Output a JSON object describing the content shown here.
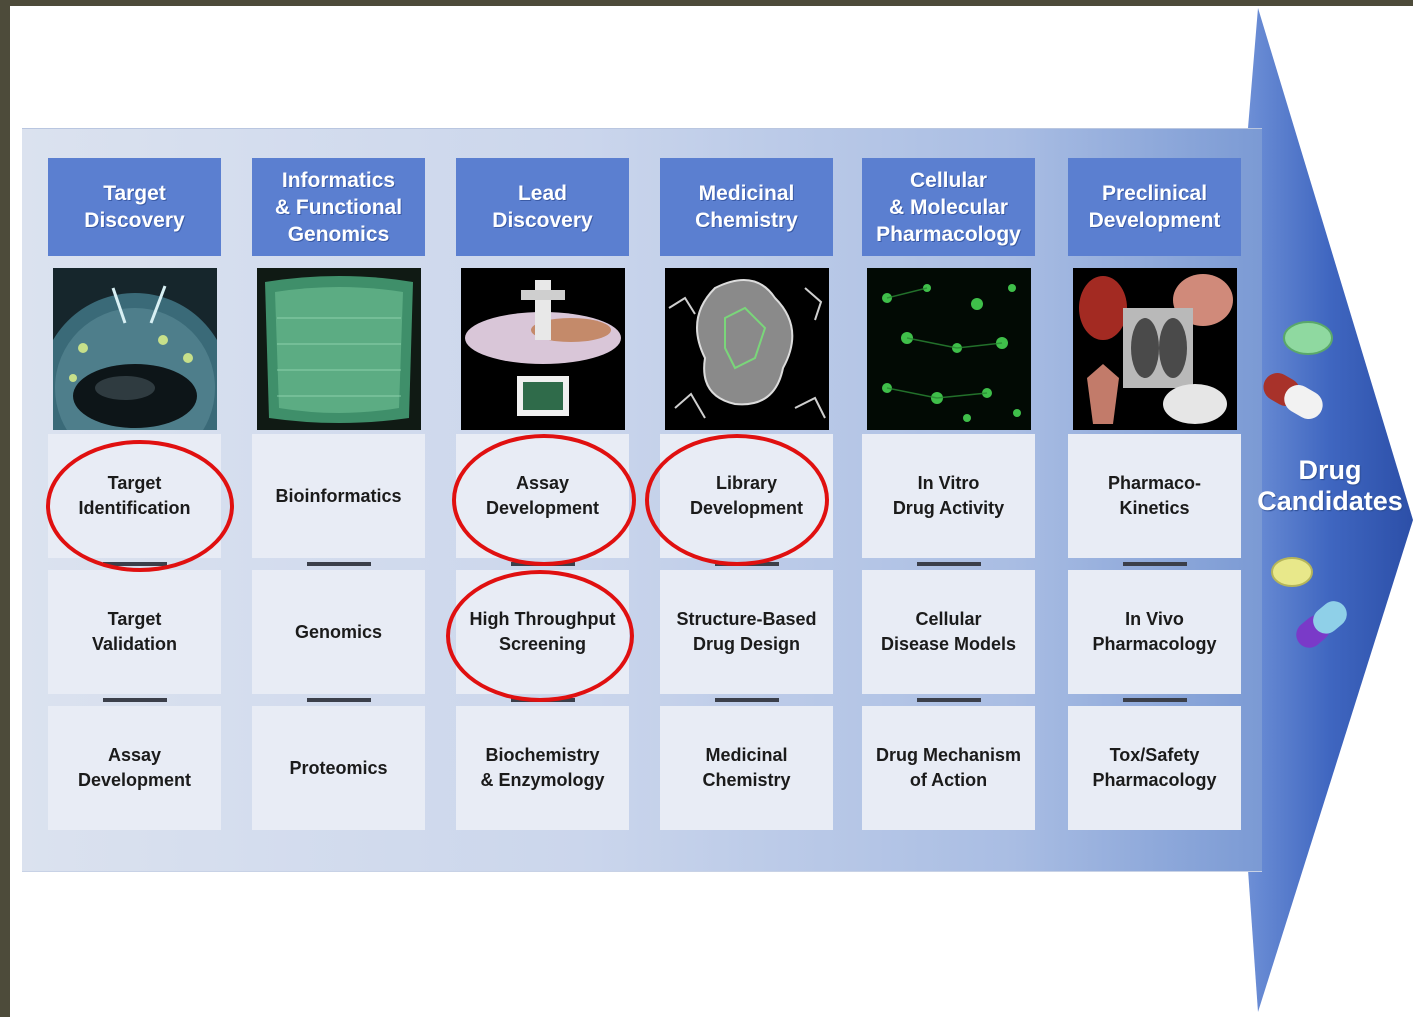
{
  "columns": [
    {
      "header": "Target\nDiscovery",
      "image_icon": "target-discovery-image",
      "rows": [
        "Target\nIdentification",
        "Target\nValidation",
        "Assay\nDevelopment"
      ]
    },
    {
      "header": "Informatics\n& Functional\nGenomics",
      "image_icon": "dna-sequence-image",
      "rows": [
        "Bioinformatics",
        "Genomics",
        "Proteomics"
      ]
    },
    {
      "header": "Lead\nDiscovery",
      "image_icon": "lab-robot-image",
      "rows": [
        "Assay\nDevelopment",
        "High Throughput\nScreening",
        "Biochemistry\n& Enzymology"
      ]
    },
    {
      "header": "Medicinal\nChemistry",
      "image_icon": "molecule-image",
      "rows": [
        "Library\nDevelopment",
        "Structure-Based\nDrug Design",
        "Medicinal\nChemistry"
      ]
    },
    {
      "header": "Cellular\n& Molecular\nPharmacology",
      "image_icon": "cell-culture-image",
      "rows": [
        "In Vitro\nDrug Activity",
        "Cellular\nDisease Models",
        "Drug Mechanism\nof Action"
      ]
    },
    {
      "header": "Preclinical\nDevelopment",
      "image_icon": "anatomy-image",
      "rows": [
        "Pharmaco-\nKinetics",
        "In Vivo\nPharmacology",
        "Tox/Safety\nPharmacology"
      ]
    }
  ],
  "arrow_label": "Drug\nCandidates",
  "highlighted": [
    "Target Identification",
    "Assay Development",
    "Library Development",
    "High Throughput Screening"
  ],
  "colors": {
    "header": "#5b7fd0",
    "arrow": "#3f66c0",
    "highlight": "#e01010",
    "cell": "#e8ecf5"
  }
}
